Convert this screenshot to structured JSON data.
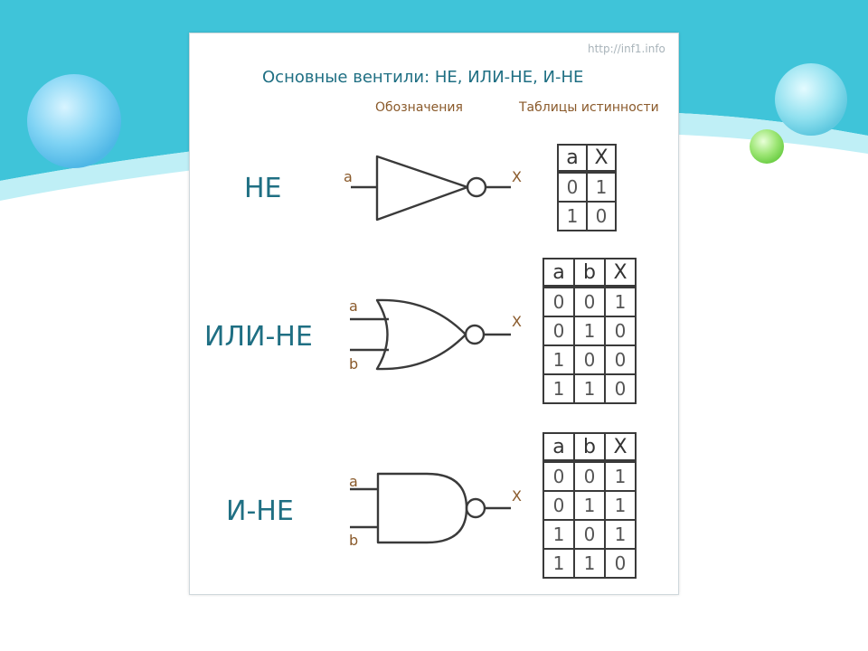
{
  "watermark": "http://inf1.info",
  "title": "Основные вентили: НЕ, ИЛИ-НЕ, И-НЕ",
  "columns": {
    "symbols": "Обозначения",
    "truth_tables": "Таблицы истинности"
  },
  "gates": [
    {
      "name": "НЕ",
      "inputs": [
        "a"
      ],
      "output": "X",
      "table": {
        "header": [
          "a",
          "X"
        ],
        "rows": [
          [
            "0",
            "1"
          ],
          [
            "1",
            "0"
          ]
        ]
      }
    },
    {
      "name": "ИЛИ-НЕ",
      "inputs": [
        "a",
        "b"
      ],
      "output": "X",
      "table": {
        "header": [
          "a",
          "b",
          "X"
        ],
        "rows": [
          [
            "0",
            "0",
            "1"
          ],
          [
            "0",
            "1",
            "0"
          ],
          [
            "1",
            "0",
            "0"
          ],
          [
            "1",
            "1",
            "0"
          ]
        ]
      }
    },
    {
      "name": "И-НЕ",
      "inputs": [
        "a",
        "b"
      ],
      "output": "X",
      "table": {
        "header": [
          "a",
          "b",
          "X"
        ],
        "rows": [
          [
            "0",
            "0",
            "1"
          ],
          [
            "0",
            "1",
            "1"
          ],
          [
            "1",
            "0",
            "1"
          ],
          [
            "1",
            "1",
            "0"
          ]
        ]
      }
    }
  ],
  "colors": {
    "accent": "#1f6f83",
    "pin_label": "#8a5a2b",
    "background_band": "#3fc4d9"
  }
}
